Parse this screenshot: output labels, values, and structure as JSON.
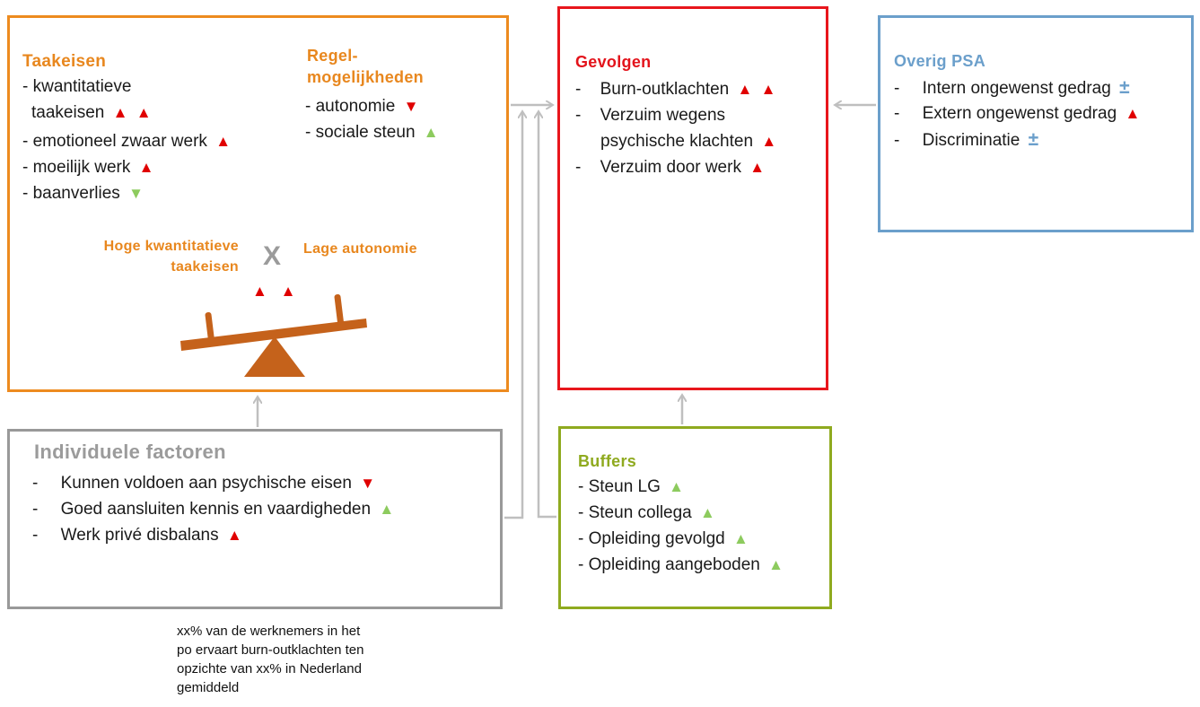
{
  "colors": {
    "taakeisen": "#ED8B1F",
    "gevolgen": "#E8161C",
    "overig": "#6B9FCB",
    "individueel": "#999999",
    "buffers": "#8FAA1F",
    "up_red": "#E00000",
    "up_green": "#8DCB5E",
    "arrow": "#bfbfbf",
    "seesaw": "#C5621B"
  },
  "icons": {
    "up_red": "▲",
    "down_red": "▼",
    "up_green": "▲",
    "down_green": "▼",
    "plusminus": "±"
  },
  "taakeisen": {
    "title": "Taakeisen",
    "items": [
      {
        "line1": "- kwantitatieve",
        "line2": "taakeisen"
      },
      {
        "label": "- emotioneel zwaar werk"
      },
      {
        "label": "- moeilijk werk"
      },
      {
        "label": "- baanverlies"
      }
    ]
  },
  "regelmogelijkheden": {
    "title_line1": "Regel-",
    "title_line2": "mogelijkheden",
    "items": [
      "- autonomie",
      "- sociale steun"
    ]
  },
  "interaction": {
    "left_label_line1": "Hoge kwantitatieve",
    "left_label_line2": "taakeisen",
    "times": "X",
    "right_label": "Lage autonomie"
  },
  "gevolgen": {
    "title": "Gevolgen",
    "items": [
      {
        "bullet": "-",
        "label": "Burn-outklachten"
      },
      {
        "bullet": "-",
        "line1": "Verzuim wegens",
        "line2": "psychische klachten"
      },
      {
        "bullet": "-",
        "label": "Verzuim door werk"
      }
    ]
  },
  "overig": {
    "title": "Overig PSA",
    "items": [
      {
        "bullet": "-",
        "label": "Intern ongewenst gedrag"
      },
      {
        "bullet": "-",
        "label": "Extern ongewenst gedrag"
      },
      {
        "bullet": "-",
        "label": "Discriminatie"
      }
    ]
  },
  "individueel": {
    "title": "Individuele factoren",
    "items": [
      {
        "bullet": "-",
        "label": "Kunnen voldoen aan psychische eisen"
      },
      {
        "bullet": "-",
        "label": "Goed aansluiten kennis en vaardigheden"
      },
      {
        "bullet": "-",
        "label": "Werk privé disbalans"
      }
    ]
  },
  "buffers": {
    "title": "Buffers",
    "items": [
      "- Steun LG",
      "- Steun collega",
      "- Opleiding gevolgd",
      "- Opleiding aangeboden"
    ]
  },
  "note": {
    "line1": "xx% van de werknemers in het",
    "line2": "po ervaart burn-outklachten ten",
    "line3": "opzichte van xx% in Nederland",
    "line4": "gemiddeld"
  }
}
